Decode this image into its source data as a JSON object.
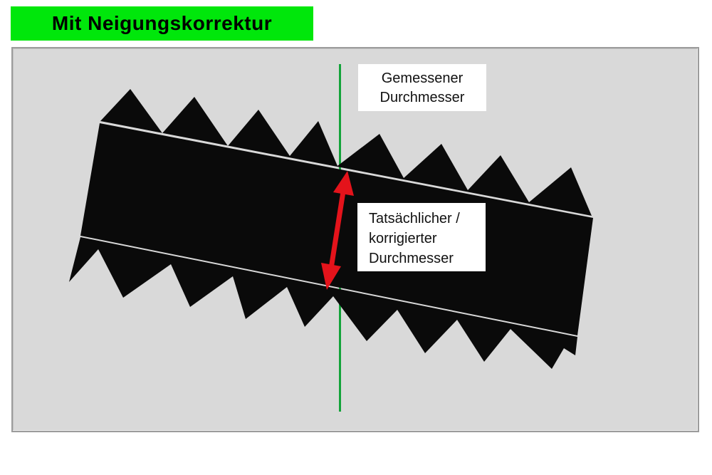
{
  "title": {
    "text": "Mit Neigungskorrektur"
  },
  "labels": {
    "measured_diameter": {
      "line1": "Gemessener",
      "line2": "Durchmesser"
    },
    "corrected_diameter": {
      "line1": "Tatsächlicher /",
      "line2": "korrigierter",
      "line3": "Durchmesser"
    }
  },
  "colors": {
    "page_bg": "#FFFFFF",
    "banner_bg": "#00E70B",
    "banner_text": "#000000",
    "panel_bg": "#D9D9D9",
    "panel_border": "#9C9C9C",
    "shape": "#0A0A0A",
    "reference_line": "#13A33A",
    "arrow": "#E4131B",
    "label_bg": "#FFFFFF",
    "label_text": "#111111"
  }
}
